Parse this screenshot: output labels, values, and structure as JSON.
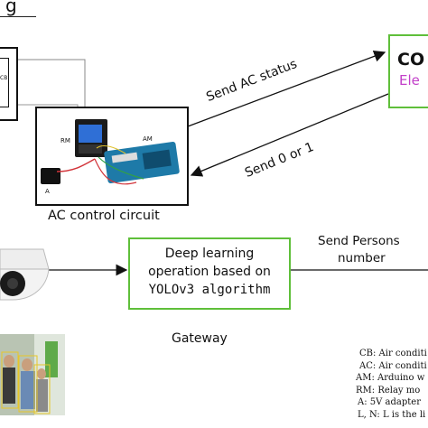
{
  "top_title_fragment": "g",
  "cloud_box": {
    "title": "CO",
    "subtitle": "Ele"
  },
  "ac_unit": {
    "label": "CB"
  },
  "arrows": {
    "send_ac_status": "Send AC status",
    "send_0_or_1": "Send 0  or 1",
    "send_persons_line1": "Send Persons",
    "send_persons_line2": "number"
  },
  "circuit": {
    "caption": "AC control circuit",
    "rm_label": "RM",
    "am_label": "AM",
    "a_label": "A"
  },
  "gateway": {
    "line1": "Deep learning",
    "line2": "operation based on",
    "line3": "YOLOv3 algorithm",
    "caption": "Gateway"
  },
  "legend": [
    "CB: Air conditi",
    "AC: Air conditi",
    "AM: Arduino w",
    "RM: Relay mo",
    "A: 5V adapter",
    "L, N: L is the li"
  ],
  "colors": {
    "green_border": "#5fbf3a",
    "purple_text": "#c23fc9",
    "line_color": "#888888"
  }
}
